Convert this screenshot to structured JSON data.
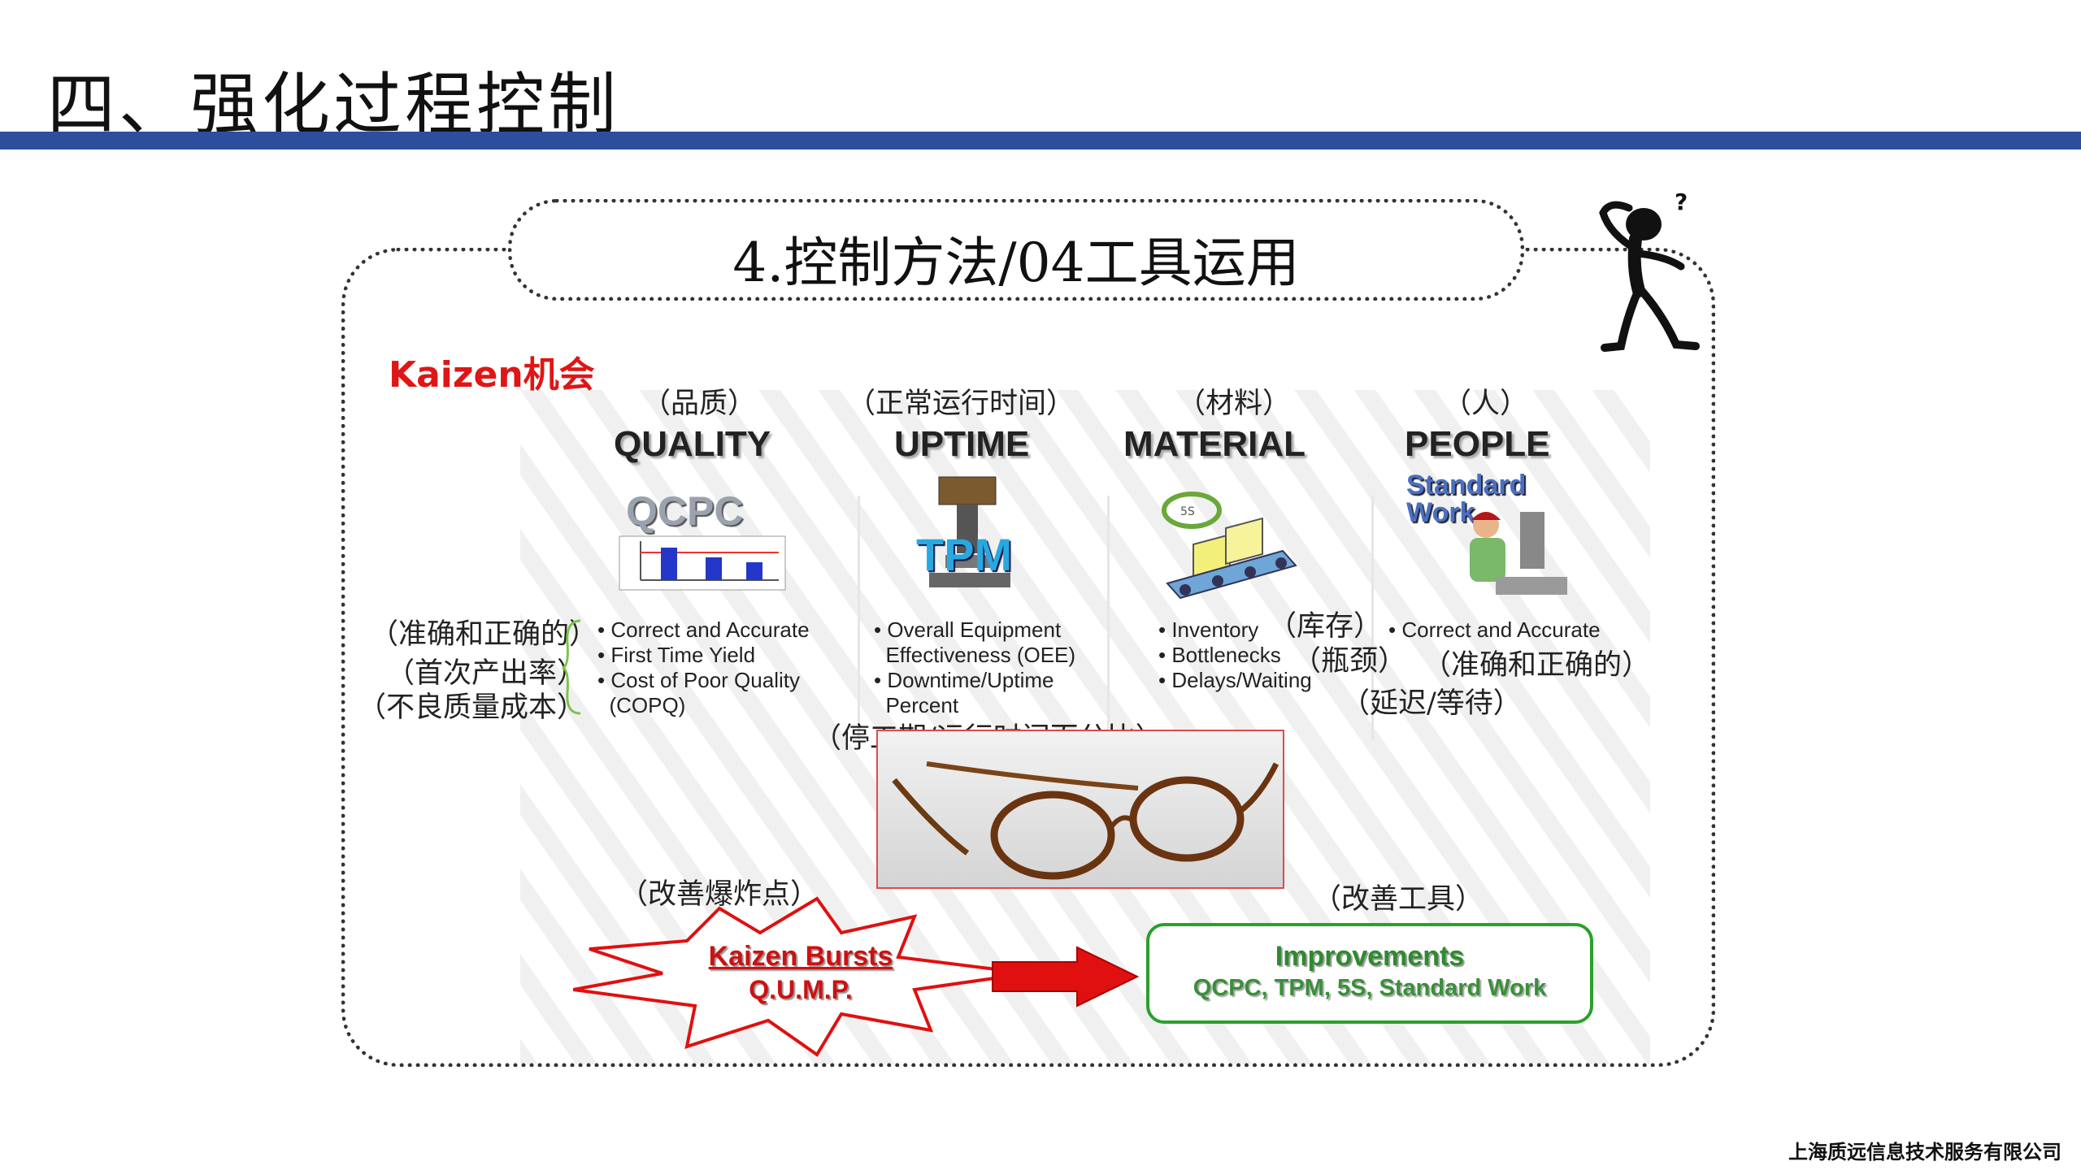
{
  "page_title": "四、强化过程控制",
  "subtitle": "4.控制方法/04工具运用",
  "kaizen_label": "Kaizen机会",
  "columns": [
    {
      "cn": "（品质）",
      "head": "QUALITY",
      "icon": "qcpc-chart-icon",
      "bullets": [
        "• Correct and Accurate",
        "• First Time Yield",
        "• Cost of Poor Quality",
        "  (COPQ)"
      ]
    },
    {
      "cn": "（正常运行时间）",
      "head": "UPTIME",
      "icon": "tpm-drill-press-icon",
      "bullets": [
        "• Overall Equipment",
        "  Effectiveness (OEE)",
        "• Downtime/Uptime",
        "  Percent"
      ]
    },
    {
      "cn": "（材料）",
      "head": "MATERIAL",
      "icon": "conveyor-boxes-icon",
      "bullets": [
        "• Inventory",
        "• Bottlenecks",
        "• Delays/Waiting"
      ]
    },
    {
      "cn": "（人）",
      "head": "PEOPLE",
      "icon": "standard-work-worker-icon",
      "bullets": [
        "• Correct and Accurate"
      ]
    }
  ],
  "icon_text": {
    "qcpc": "QCPC",
    "tpm": "TPM",
    "standard_work_1": "Standard",
    "standard_work_2": "Work"
  },
  "annotations": {
    "quality_1": "（准确和正确的）",
    "quality_2": "（首次产出率）",
    "quality_3": "（不良质量成本）",
    "uptime_percent": "（停工期/运行时间百分比）",
    "inventory": "（库存）",
    "bottlenecks": "（瓶颈）",
    "delays": "（延迟/等待）",
    "people_1": "（准确和正确的）"
  },
  "bursts_cn": "（改善爆炸点）",
  "bursts_title": "Kaizen Bursts",
  "bursts_sub": "Q.U.M.P.",
  "tools_cn": "（改善工具）",
  "improvements_title": "Improvements",
  "improvements_sub": "QCPC, TPM, 5S, Standard Work",
  "footer": "上海质远信息技术服务有限公司",
  "colors": {
    "accent_bar": "#2c4e9c",
    "kaizen_red": "#e01515",
    "improve_green": "#2aa02a",
    "arrow_red": "#e01010"
  }
}
